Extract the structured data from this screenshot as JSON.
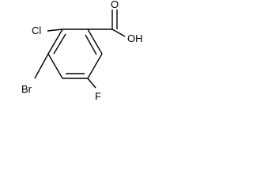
{
  "molecule": {
    "atoms": {
      "cl": "Cl",
      "br": "Br",
      "f": "F",
      "o": "O",
      "oh": "OH"
    },
    "colors": {
      "bond": "#000000",
      "label": "#000000",
      "background": "#ffffff"
    }
  }
}
